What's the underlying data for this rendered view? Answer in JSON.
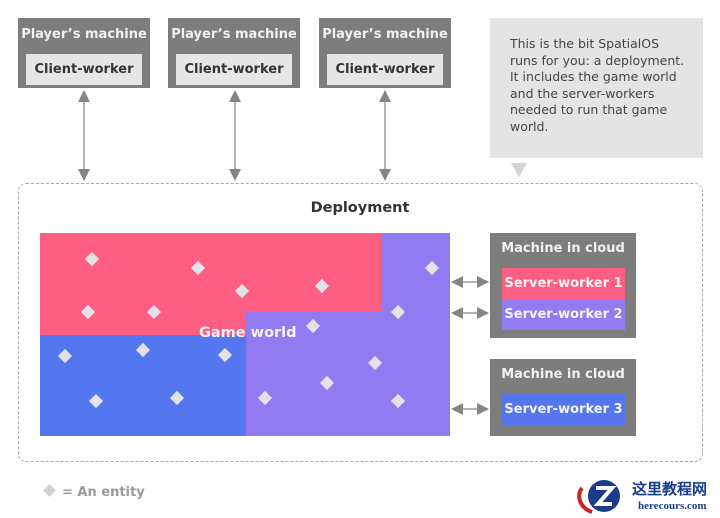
{
  "players": [
    {
      "title": "Player’s machine",
      "worker": "Client-worker"
    },
    {
      "title": "Player’s machine",
      "worker": "Client-worker"
    },
    {
      "title": "Player’s machine",
      "worker": "Client-worker"
    }
  ],
  "callout": {
    "lines": [
      "This is the bit SpatialOS",
      "runs for you: a deployment.",
      "It includes the game world",
      "and the server-workers",
      "needed to run that game",
      "world."
    ]
  },
  "deployment": {
    "title": "Deployment",
    "game_world_label": "Game world",
    "regions": [
      {
        "name": "server-worker-1-region",
        "color": "#fe5e82"
      },
      {
        "name": "server-worker-2-region",
        "color": "#927bf0"
      },
      {
        "name": "server-worker-3-region",
        "color": "#5477ef"
      }
    ],
    "entity_count": 18
  },
  "cloud_machines": [
    {
      "title": "Machine in cloud",
      "workers": [
        {
          "label": "Server-worker 1",
          "color": "#fe5e82"
        },
        {
          "label": "Server-worker 2",
          "color": "#927bf0"
        }
      ]
    },
    {
      "title": "Machine in cloud",
      "workers": [
        {
          "label": "Server-worker 3",
          "color": "#5477ef"
        }
      ]
    }
  ],
  "legend": {
    "symbol": "diamond-icon",
    "text": "= An entity"
  },
  "watermark": {
    "cn": "这里教程网",
    "en": "herecours.com"
  },
  "colors": {
    "box_gray": "#7d7d7d",
    "light_gray": "#e6e6e6",
    "pink": "#fe5e82",
    "purple": "#927bf0",
    "blue": "#5477ef"
  }
}
